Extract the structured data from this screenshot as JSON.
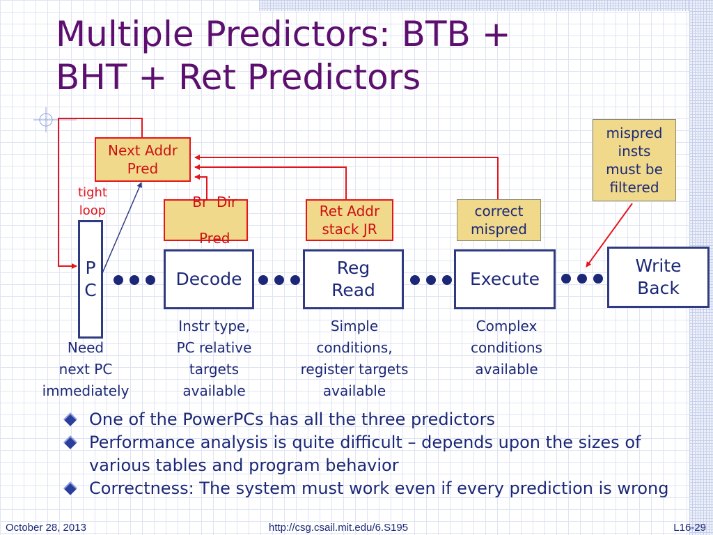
{
  "title": {
    "line1": "Multiple Predictors: BTB +",
    "line2": "BHT + Ret Predictors"
  },
  "diagram": {
    "next_addr_pred": {
      "line1": "Next Addr",
      "line2": "Pred"
    },
    "br_dir_pred": {
      "line1": "Br  Dir",
      "line2": "Pred"
    },
    "ret_addr_stack": {
      "line1": "Ret Addr",
      "line2": "stack JR"
    },
    "correct_mispred": {
      "line1": "correct",
      "line2": "mispred"
    },
    "mispred_note": {
      "line1": "mispred",
      "line2": "insts",
      "line3": "must be",
      "line4": "filtered"
    },
    "tight_loop": {
      "line1": "tight",
      "line2": "loop"
    },
    "pc": {
      "line1": "P",
      "line2": "C"
    },
    "decode": "Decode",
    "reg_read": {
      "line1": "Reg",
      "line2": "Read"
    },
    "execute": "Execute",
    "write_back": {
      "line1": "Write",
      "line2": "Back"
    },
    "pc_caption": {
      "line1": "Need",
      "line2": "next PC",
      "line3": "immediately"
    },
    "decode_caption": {
      "line1": "Instr type,",
      "line2": "PC relative",
      "line3": "targets",
      "line4": "available"
    },
    "reg_read_caption": {
      "line1": "Simple",
      "line2": "conditions,",
      "line3": "register targets",
      "line4": "available"
    },
    "execute_caption": {
      "line1": "Complex",
      "line2": "conditions",
      "line3": "available"
    }
  },
  "bullets": [
    "One of the PowerPCs has all the three predictors",
    "Performance analysis is quite difficult – depends upon the sizes of various tables and program behavior",
    "Correctness: The system must work even if every prediction is wrong"
  ],
  "footer": {
    "date": "October 28, 2013",
    "url": "http://csg.csail.mit.edu/6.S195",
    "page": "L16-29"
  },
  "colors": {
    "title": "#5c0f6e",
    "text": "#1c2877",
    "predictor_border": "#e4141a",
    "box_fill": "#f0d98a"
  }
}
